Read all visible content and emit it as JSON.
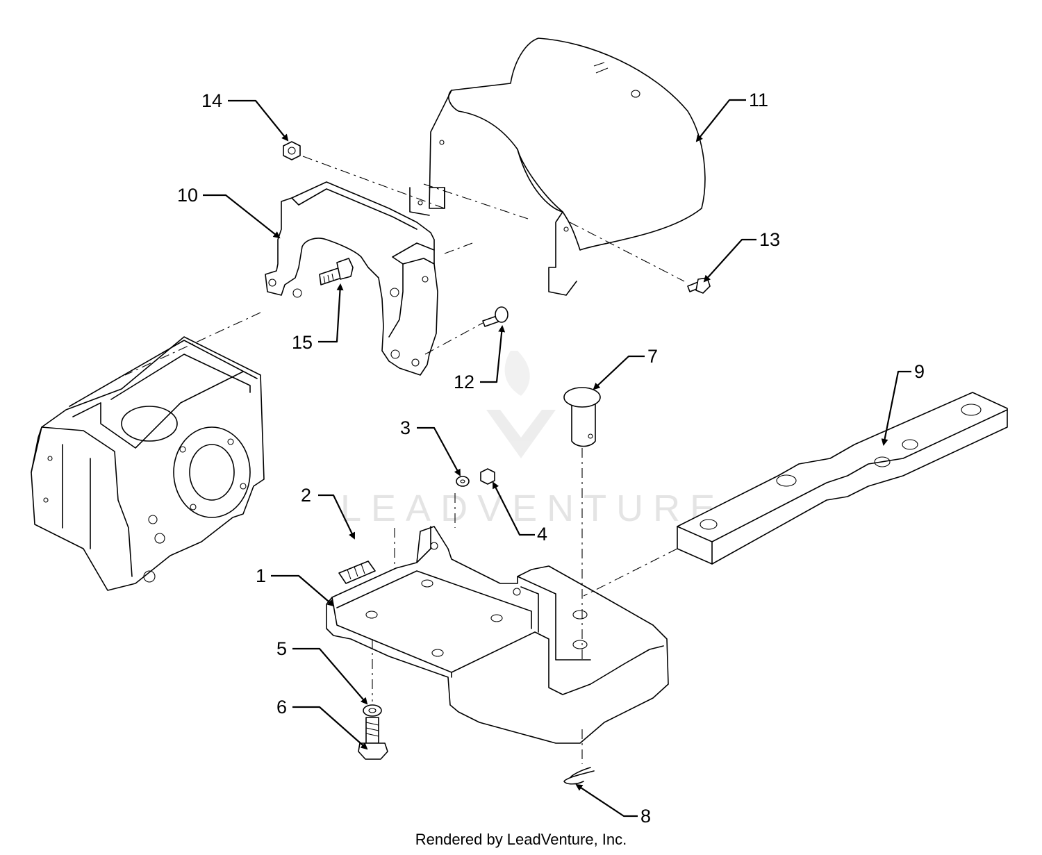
{
  "callouts": [
    "1",
    "2",
    "3",
    "4",
    "5",
    "6",
    "7",
    "8",
    "9",
    "10",
    "11",
    "12",
    "13",
    "14",
    "15"
  ],
  "watermark": {
    "brand": "LEADVENTURE"
  },
  "footer": {
    "text": "Rendered by LeadVenture, Inc."
  }
}
